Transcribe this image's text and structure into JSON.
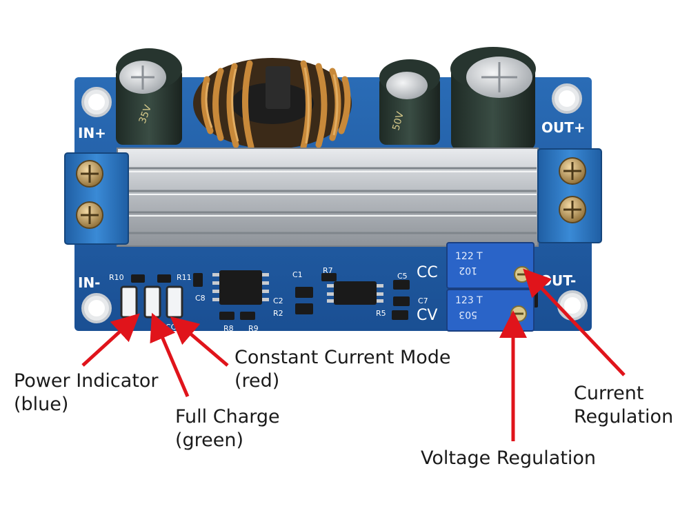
{
  "board": {
    "silkscreen": {
      "in_plus": "IN+",
      "in_minus": "IN-",
      "out_plus": "OUT+",
      "out_minus": "OUT-",
      "cc": "CC",
      "cv": "CV",
      "r10": "R10",
      "r11": "R11",
      "c1": "C1",
      "r7": "R7",
      "c5": "C5",
      "c8": "C8",
      "c2": "C2",
      "r2": "R2",
      "c7": "C7",
      "r5": "R5",
      "r8": "R8",
      "r9": "R9",
      "led_cc": "CC"
    },
    "capacitors": {
      "cap1_mark": "35V",
      "cap3_mark": "50V"
    },
    "trimmers": {
      "current_code": "102",
      "current_model": "122 T",
      "voltage_code": "503",
      "voltage_model": "123 T"
    },
    "colors": {
      "pcb": "#1f5fa8",
      "terminal": "#2d79c4",
      "heatsink": "#c9ccd0",
      "copper": "#c8893a",
      "capacitor": "#2b3a33",
      "trimmer": "#2a64c8",
      "arrow": "#e0141b"
    }
  },
  "labels": {
    "power_indicator": [
      "Power Indicator",
      "(blue)"
    ],
    "full_charge": [
      "Full Charge",
      "(green)"
    ],
    "constant_current": [
      "Constant Current Mode",
      "(red)"
    ],
    "current_regulation": [
      "Current",
      "Regulation"
    ],
    "voltage_regulation": "Voltage Regulation"
  }
}
